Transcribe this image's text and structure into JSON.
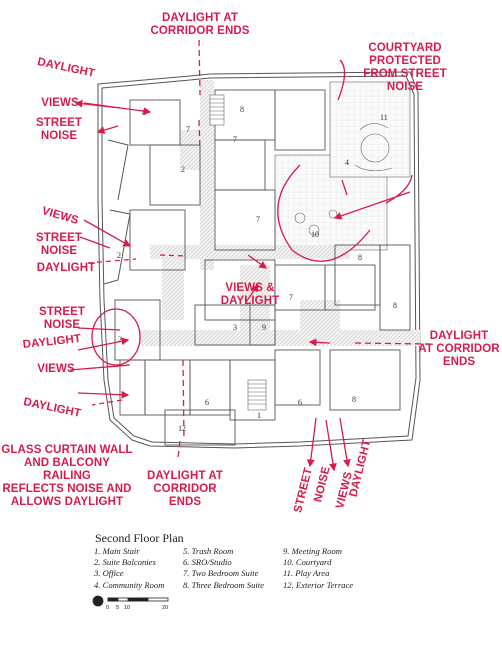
{
  "annotations": {
    "daylight_top": "DAYLIGHT AT\nCORRIDOR ENDS",
    "courtyard": "COURTYARD\nPROTECTED\nFROM STREET\nNOISE",
    "daylight_1": "DAYLIGHT",
    "views_1": "VIEWS",
    "street_noise_1": "STREET\nNOISE",
    "views_2": "VIEWS",
    "street_noise_2": "STREET\nNOISE",
    "daylight_2": "DAYLIGHT",
    "views_daylight": "VIEWS &\nDAYLIGHT",
    "street_noise_3": "STREET\nNOISE",
    "daylight_3": "DAYLIGHT",
    "views_3": "VIEWS",
    "daylight_4": "DAYLIGHT",
    "daylight_corridor_right": "DAYLIGHT\nAT CORRIDOR\nENDS",
    "glass_curtain": "GLASS CURTAIN WALL\nAND BALCONY RAILING\nREFLECTS NOISE AND\nALLOWS DAYLIGHT",
    "daylight_bottom": "DAYLIGHT AT\nCORRIDOR ENDS",
    "street_vertical": "STREET",
    "noise_vertical": "NOISE",
    "views_vertical": "VIEWS",
    "daylight_vertical": "DAYLIGHT"
  },
  "caption": "Second Floor Plan",
  "legend": [
    "1.  Main Stair",
    "2.  Suite Balconies",
    "3.  Office",
    "4.  Community Room",
    "5.  Trash Room",
    "6.  SRO/Studio",
    "7.  Two Bedroom Suite",
    "8.  Three Bedroom Suite",
    "9.  Meeting Room",
    "10. Courtyard",
    "11. Play Area",
    "12. Exterior Terrace"
  ],
  "scale_labels": [
    "0",
    "5",
    "10",
    "20"
  ],
  "room_numbers": [
    "8",
    "8",
    "11",
    "7",
    "10",
    "7",
    "8",
    "2",
    "2",
    "7",
    "8",
    "7",
    "3",
    "9",
    "2",
    "6",
    "1",
    "8",
    "6",
    "12",
    "4"
  ],
  "colors": {
    "annotation": "#d81b4a",
    "linework": "#555555",
    "hatch": "#cccccc"
  }
}
